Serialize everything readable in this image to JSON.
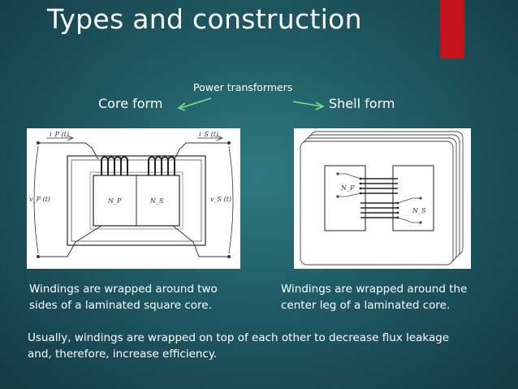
{
  "slide": {
    "title": "Types and construction",
    "accent_color": "#c4141a",
    "center_label": "Power transformers",
    "left_label": "Core form",
    "right_label": "Shell form",
    "left_caption": [
      "Windings are wrapped around two",
      "sides of a laminated square core."
    ],
    "right_caption": [
      "Windings are wrapped around the",
      "center leg of a laminated core."
    ],
    "footnote": [
      "Usually, windings are wrapped on top of each other to decrease flux leakage",
      "and, therefore, increase efficiency."
    ]
  },
  "core_diagram": {
    "ip": "i_P (t)",
    "is": "i_S (t)",
    "vp": "v_P (t)",
    "vs": "v_S (t)",
    "np": "N_P",
    "ns": "N_S"
  },
  "shell_diagram": {
    "np": "N_P",
    "ns": "N_S"
  }
}
